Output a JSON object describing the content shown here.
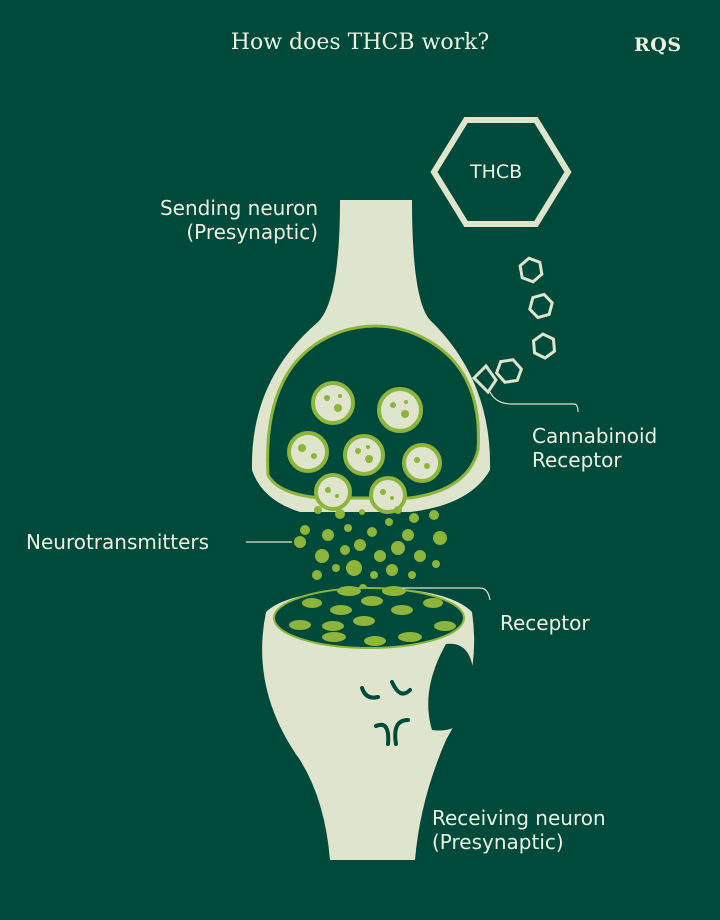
{
  "title": "How does THCB work?",
  "logo": "RQS",
  "molecule_label": "THCB",
  "labels": {
    "sending_line1": "Sending neuron",
    "sending_line2": "(Presynaptic)",
    "cannabinoid_line1": "Cannabinoid",
    "cannabinoid_line2": "Receptor",
    "neurotransmitters": "Neurotransmitters",
    "receptor": "Receptor",
    "receiving_line1": "Receiving neuron",
    "receiving_line2": "(Presynaptic)"
  },
  "colors": {
    "background": "#004a3b",
    "neuron": "#dfe4cc",
    "vesicle": "#8db43b",
    "text": "#eef0e0"
  }
}
